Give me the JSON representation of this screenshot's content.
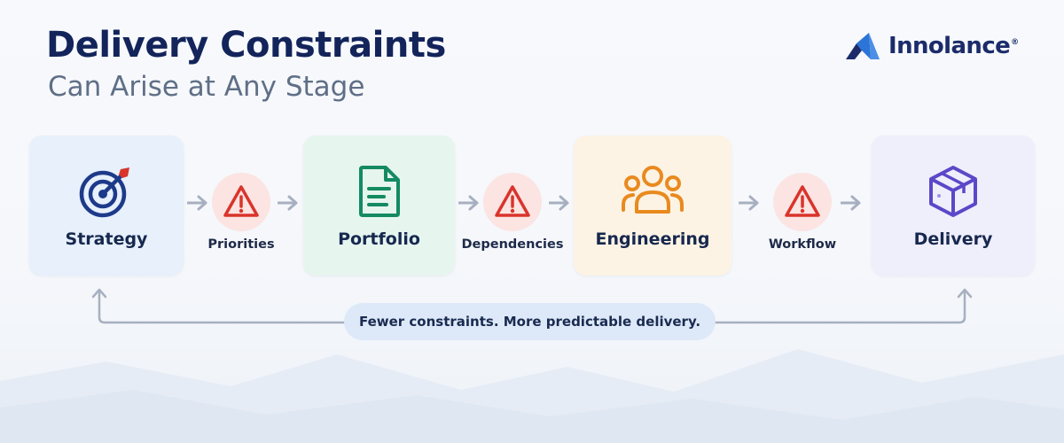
{
  "header": {
    "title": "Delivery Constraints",
    "subtitle": "Can Arise at Any Stage"
  },
  "logo": {
    "name": "Innolance",
    "mark": "®",
    "color": "#1c2c6a"
  },
  "stages": [
    {
      "label": "Strategy",
      "icon": "target-icon",
      "color": "#1d3a8a"
    },
    {
      "label": "Portfolio",
      "icon": "document-icon",
      "color": "#148a63"
    },
    {
      "label": "Engineering",
      "icon": "team-icon",
      "color": "#e98a1f"
    },
    {
      "label": "Delivery",
      "icon": "cube-icon",
      "color": "#5a48c8"
    }
  ],
  "constraints": [
    {
      "label": "Priorities",
      "icon": "warning-icon"
    },
    {
      "label": "Dependencies",
      "icon": "warning-icon"
    },
    {
      "label": "Workflow",
      "icon": "warning-icon"
    }
  ],
  "footer": {
    "message": "Fewer constraints. More predictable delivery."
  },
  "colors": {
    "title": "#13245b",
    "subtitle": "#5f6f86",
    "warning": "#d9342b",
    "warning_bg": "#fbe4e2",
    "arrow": "#a7b0c0"
  }
}
